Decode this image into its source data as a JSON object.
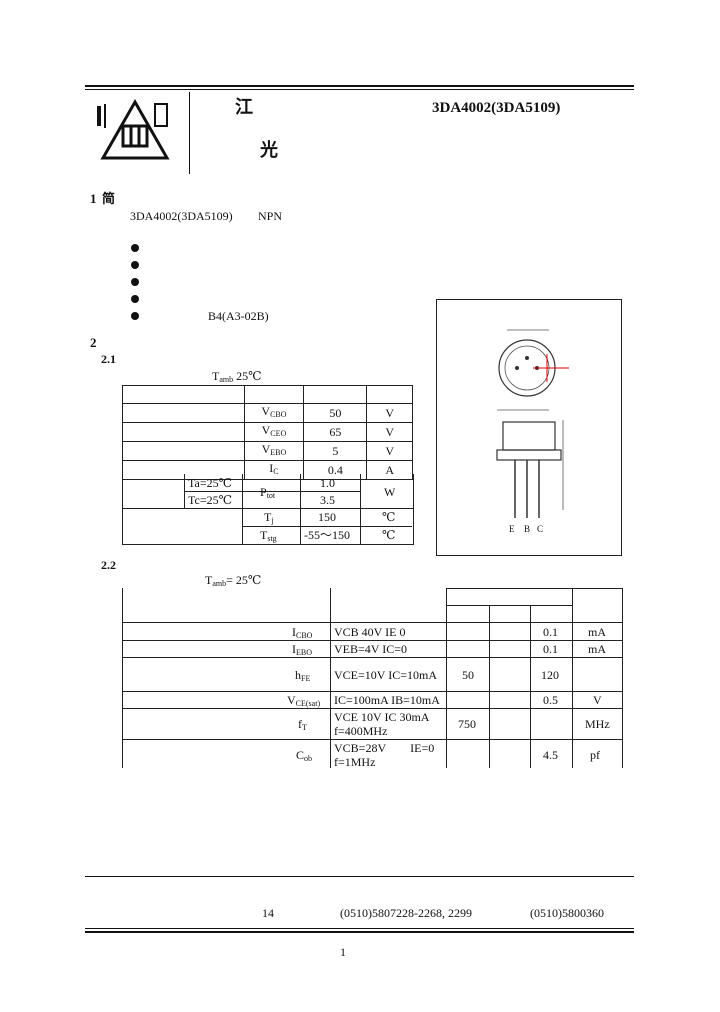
{
  "header": {
    "company_glyph": "江",
    "subtitle_glyph": "光",
    "part_number": "3DA4002(3DA5109)"
  },
  "section1": {
    "number": "1",
    "heading": "简",
    "intro_part": "3DA4002(3DA5109)",
    "intro_type": "NPN",
    "bullets": [
      "",
      "",
      "",
      "",
      "B4(A3-02B)"
    ]
  },
  "section2": {
    "number": "2",
    "sub1": "2.1",
    "sub1_cond": "T",
    "sub1_cond_sub": "amb",
    "sub1_cond_val": "25℃",
    "abs_rows": [
      {
        "symbol": "V",
        "sub": "CBO",
        "value": "50",
        "unit": "V"
      },
      {
        "symbol": "V",
        "sub": "CEO",
        "value": "65",
        "unit": "V"
      },
      {
        "symbol": "V",
        "sub": "EBO",
        "value": "5",
        "unit": "V"
      },
      {
        "symbol": "I",
        "sub": "C",
        "value": "0.4",
        "unit": "A"
      }
    ],
    "ptot": {
      "cond1": "Ta=25℃",
      "cond2": "Tc=25℃",
      "symbol": "P",
      "sub": "tot",
      "val1": "1.0",
      "val2": "3.5",
      "unit": "W"
    },
    "tj": {
      "symbol": "T",
      "sub": "j",
      "value": "150",
      "unit": "℃"
    },
    "tstg": {
      "symbol": "T",
      "sub": "stg",
      "value": "-55～150",
      "unit": "℃"
    },
    "sub2": "2.2",
    "sub2_cond": "T",
    "sub2_cond_sub": "amb",
    "sub2_cond_val": "= 25℃",
    "char_rows": [
      {
        "symbol": "I",
        "sub": "CBO",
        "cond": "V",
        "cond_text": "CB  40V   I",
        "cond_end": "E  0",
        "min": "",
        "typ": "",
        "max": "0.1",
        "unit": "mA"
      },
      {
        "symbol": "I",
        "sub": "EBO",
        "cond": "V",
        "cond_text": "EB=4V   I",
        "cond_end": "C=0",
        "min": "",
        "typ": "",
        "max": "0.1",
        "unit": "mA"
      },
      {
        "symbol": "h",
        "sub": "FE",
        "cond": "V",
        "cond_text": "CE=10V I",
        "cond_end": "C=10mA",
        "min": "50",
        "typ": "",
        "max": "120",
        "unit": ""
      },
      {
        "symbol": "V",
        "sub": "CE(sat)",
        "cond": "I",
        "cond_text": "C=100mA I",
        "cond_end": "B=10mA",
        "min": "",
        "typ": "",
        "max": "0.5",
        "unit": "V"
      }
    ],
    "ft": {
      "symbol": "f",
      "sub": "T",
      "cond1": "V",
      "cond1_text": "CE  10V I",
      "cond1_end": "C  30mA",
      "cond2": "f=400MHz",
      "min": "750",
      "unit": "MHz"
    },
    "cob": {
      "symbol": "C",
      "sub": "ob",
      "cond1": "V",
      "cond1_text": "CB=28V",
      "cond1_mid": "I",
      "cond1_end": "E=0",
      "cond2": "f=1MHz",
      "max": "4.5",
      "unit": "pf"
    }
  },
  "package_drawing": {
    "pin_labels": [
      "E",
      "B",
      "C"
    ]
  },
  "footer": {
    "address_num": "14",
    "phone": "(0510)5807228-2268, 2299",
    "fax": "(0510)5800360",
    "page": "1"
  }
}
